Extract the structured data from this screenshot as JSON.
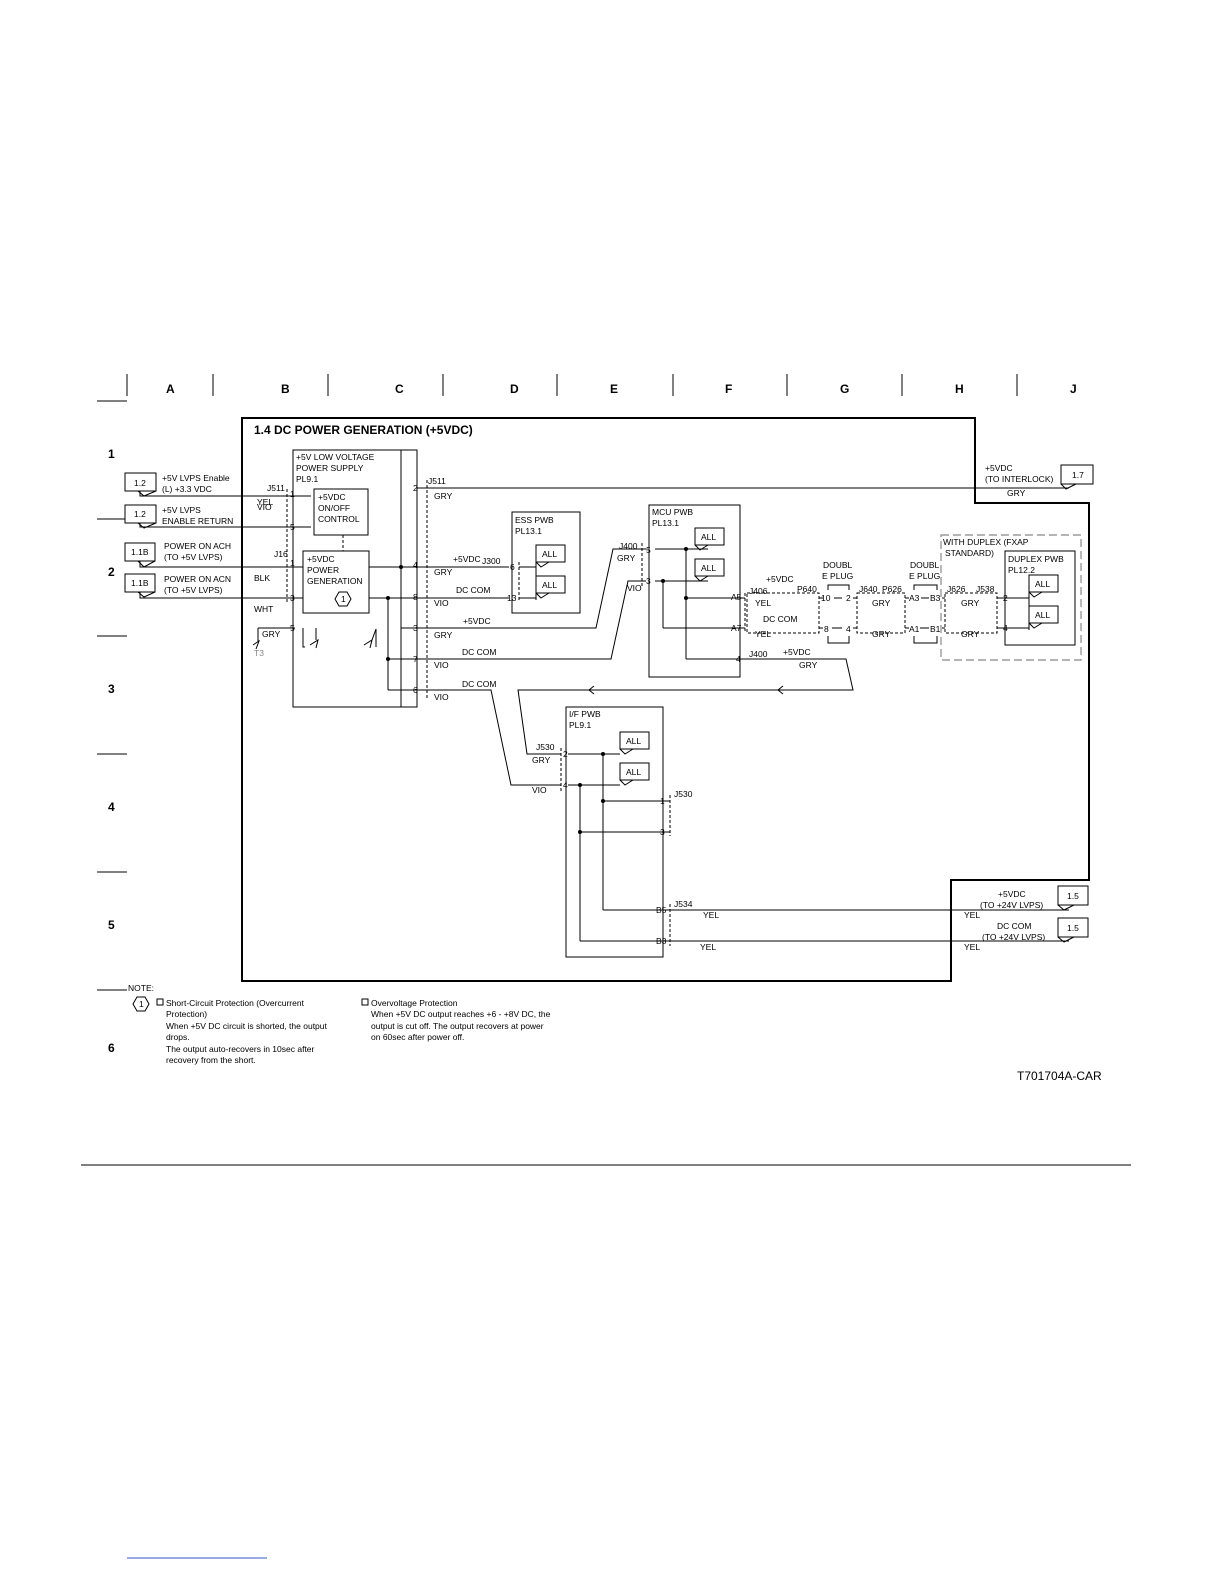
{
  "grid": {
    "columns": [
      "A",
      "B",
      "C",
      "D",
      "E",
      "F",
      "G",
      "H",
      "J"
    ],
    "rows": [
      "1",
      "2",
      "3",
      "4",
      "5",
      "6"
    ]
  },
  "diagram": {
    "title": "1.4 DC POWER GENERATION (+5VDC)",
    "part_number": "T701704A-CAR",
    "refs": {
      "r1": "1.2",
      "r2": "1.2",
      "r3": "1.1B",
      "r4": "1.1B",
      "r5": "1.7",
      "r6": "1.5",
      "r7": "1.5"
    },
    "left_signals": {
      "s1a": "+5V LVPS Enable",
      "s1b": "(L) +3.3 VDC",
      "s2a": "+5V LVPS",
      "s2b": "ENABLE RETURN",
      "s3a": "POWER ON ACH",
      "s3b": "(TO +5V LVPS)",
      "s4a": "POWER ON ACN",
      "s4b": "(TO +5V LVPS)"
    },
    "lvps": {
      "l1": "+5V LOW VOLTAGE",
      "l2": "POWER SUPPLY",
      "l3": "PL9.1",
      "ctl1": "+5VDC",
      "ctl2": "ON/OFF",
      "ctl3": "CONTROL",
      "gen1": "+5VDC",
      "gen2": "POWER",
      "gen3": "GENERATION",
      "hex": "1"
    },
    "ess": {
      "l1": "ESS PWB",
      "l2": "PL13.1",
      "all1": "ALL",
      "all2": "ALL"
    },
    "mcu": {
      "l1": "MCU PWB",
      "l2": "PL13.1",
      "all1": "ALL",
      "all2": "ALL"
    },
    "ifp": {
      "l1": "I/F PWB",
      "l2": "PL9.1",
      "all1": "ALL",
      "all2": "ALL"
    },
    "duplex": {
      "w1": "WITH DUPLEX (FXAP",
      "w2": "STANDARD)",
      "p1": "DUPLEX PWB",
      "p2": "PL12.2",
      "all1": "ALL",
      "all2": "ALL"
    },
    "plugs": {
      "p1a": "DOUBL",
      "p1b": "E PLUG",
      "p2a": "DOUBL",
      "p2b": "E PLUG"
    },
    "right_labels": {
      "int1": "+5VDC",
      "int2": "(TO INTERLOCK)",
      "int3": "GRY",
      "v1": "+5VDC",
      "v2": "(TO +24V LVPS)",
      "d1": "DC COM",
      "d2": "(TO +24V LVPS)"
    },
    "labels": {
      "j511a": "J511",
      "j511b": "J511",
      "j16": "J16",
      "yel1": "YEL",
      "vio1": "VIO",
      "blk1": "BLK",
      "wht1": "WHT",
      "gry1": "GRY",
      "t3": "T3",
      "gry2": "GRY",
      "p1": "1",
      "p5a": "5",
      "p1b": "1",
      "p3": "3",
      "p5b": "5",
      "pc2": "2",
      "pc4": "4",
      "pc8": "8",
      "pc3": "3",
      "pc7": "7",
      "pc6": "6",
      "gry3": "GRY",
      "vio3": "VIO",
      "gry4": "GRY",
      "vio4": "VIO",
      "vio5": "VIO",
      "p5vdc1": "+5VDC",
      "j300": "J300",
      "dccom1": "DC COM",
      "p5vdc2": "+5VDC",
      "dccom2": "DC COM",
      "dccom3": "DC COM",
      "e6": "6",
      "e13": "13",
      "j400a": "J400",
      "gry5": "GRY",
      "vio6": "VIO",
      "m5": "5",
      "m3": "3",
      "j406": "J406",
      "p5vdc3": "+5VDC",
      "p640": "P640",
      "yel2": "YEL",
      "dccom4": "DC COM",
      "yel3": "YEL",
      "a5": "A5",
      "a7": "A7",
      "j400b": "J400",
      "m4": "4",
      "p5vdc4": "+5VDC",
      "gry6": "GRY",
      "g10": "10",
      "g2": "2",
      "g8": "8",
      "g4": "4",
      "j640": "J640",
      "p626": "P626",
      "gry7": "GRY",
      "gry8": "GRY",
      "a3": "A3",
      "b3": "B3",
      "a1": "A1",
      "b1": "B1",
      "j626": "J626",
      "j538": "J538",
      "gry9": "GRY",
      "gry10": "GRY",
      "d2n": "2",
      "d4n": "4",
      "j530a": "J530",
      "gry11": "GRY",
      "vio7": "VIO",
      "i2": "2",
      "i4": "4",
      "i1": "1",
      "i3": "3",
      "j530b": "J530",
      "b5": "B5",
      "j534": "J534",
      "yel4": "YEL",
      "yel5": "YEL",
      "b3n": "B3",
      "yel6": "YEL",
      "yel7": "YEL"
    },
    "notes": {
      "heading": "NOTE:",
      "hex": "1",
      "n1a": "Short-Circuit Protection (Overcurrent",
      "n1b": "Protection)",
      "n1c": "When +5V DC circuit is shorted, the output",
      "n1d": "drops.",
      "n1e": "The output auto-recovers in 10sec after",
      "n1f": "recovery from the short.",
      "n2a": "Overvoltage Protection",
      "n2b": "When +5V DC output reaches +6 - +8V DC, the",
      "n2c": "output is cut off.  The output recovers at power",
      "n2d": "on 60sec after power off."
    }
  }
}
